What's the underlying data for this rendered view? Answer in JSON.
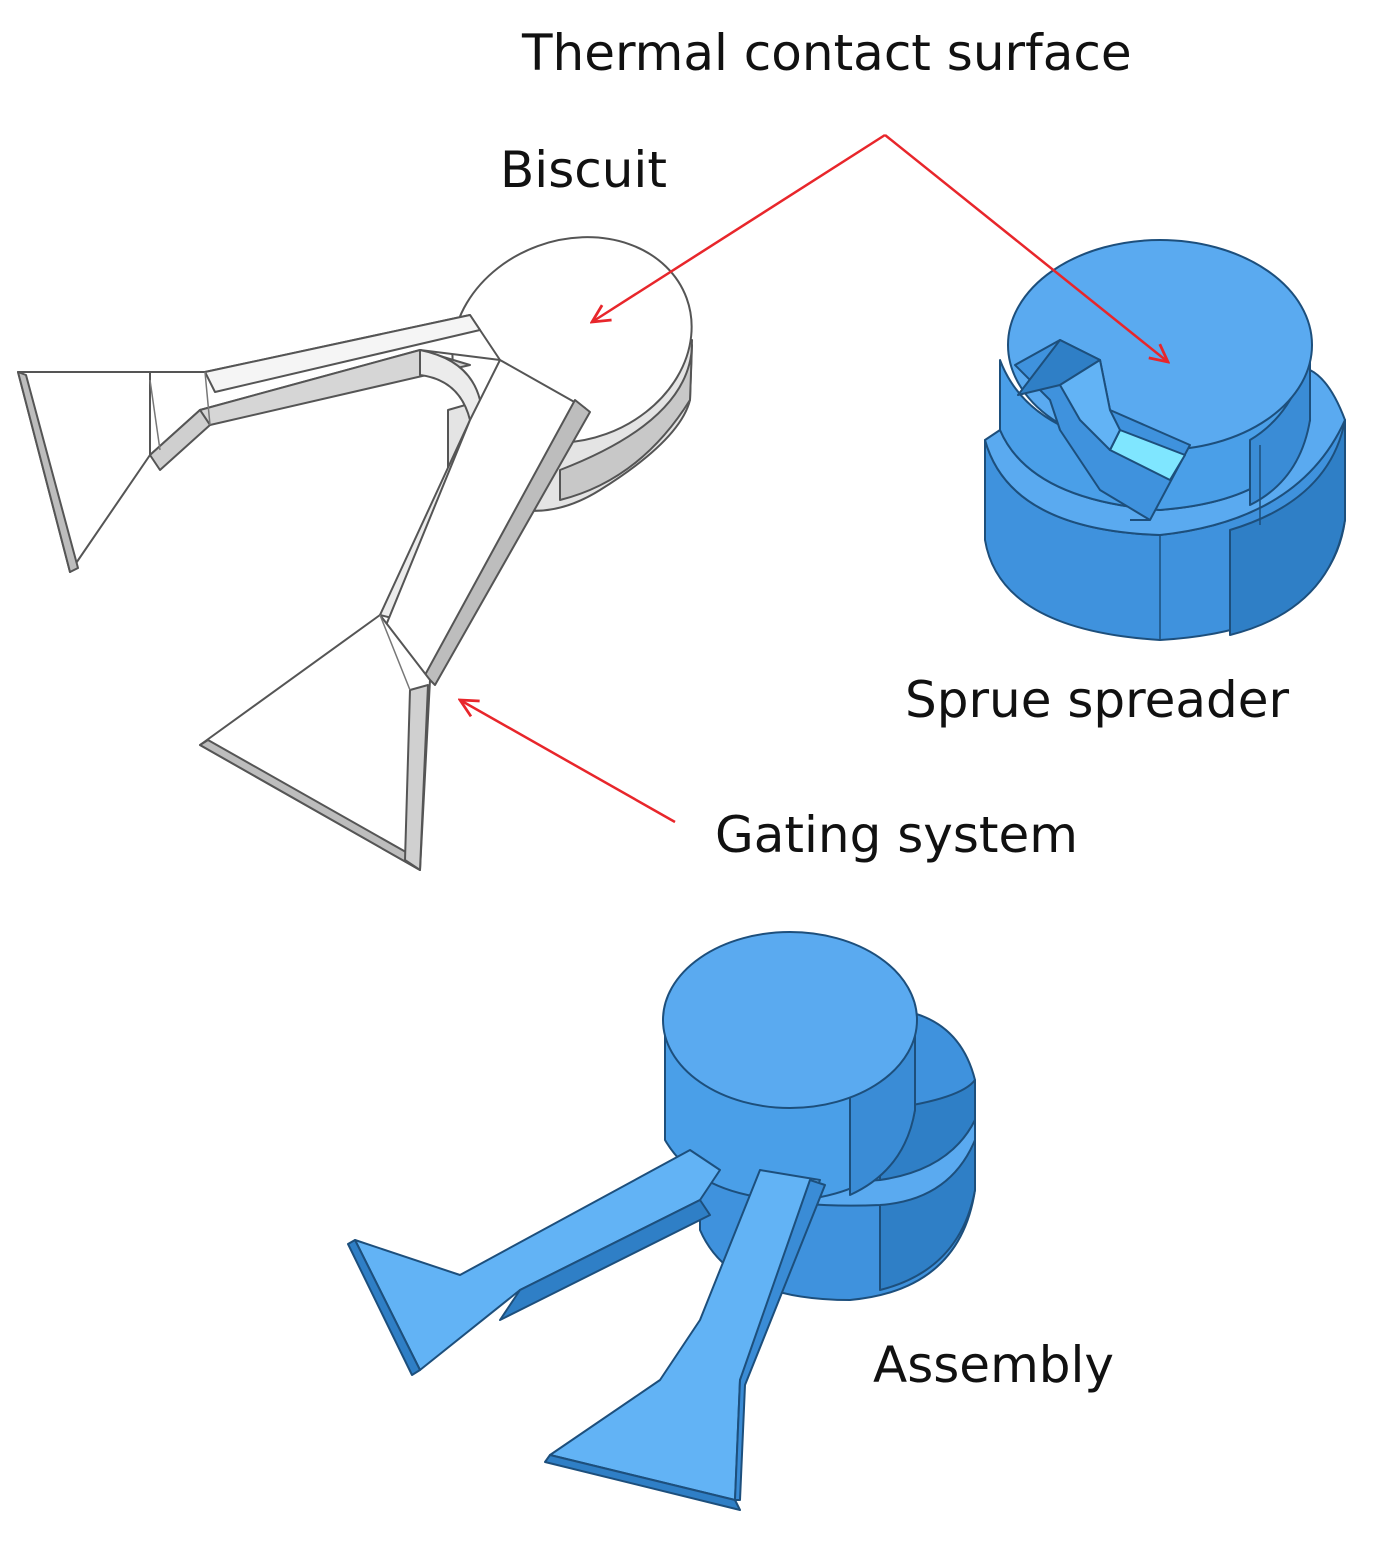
{
  "labels": {
    "thermal_contact_surface": "Thermal contact surface",
    "biscuit": "Biscuit",
    "sprue_spreader": "Sprue spreader",
    "gating_system": "Gating system",
    "assembly": "Assembly"
  },
  "colors": {
    "arrow": "#e8262b",
    "part_blue": "#4a9fe8",
    "part_blue_light": "#62b3f5",
    "part_blue_dark": "#2f7fc6",
    "part_edge": "#1d4f7c",
    "highlight_cyan": "#7fe6ff",
    "outline_gray": "#555555",
    "shade_gray": "#cfcfcf"
  },
  "icons": {
    "gating_system_model": "wireframe-gating-system-drawing",
    "sprue_spreader_model": "blue-sprue-spreader-drawing",
    "assembly_model": "blue-assembly-drawing"
  }
}
